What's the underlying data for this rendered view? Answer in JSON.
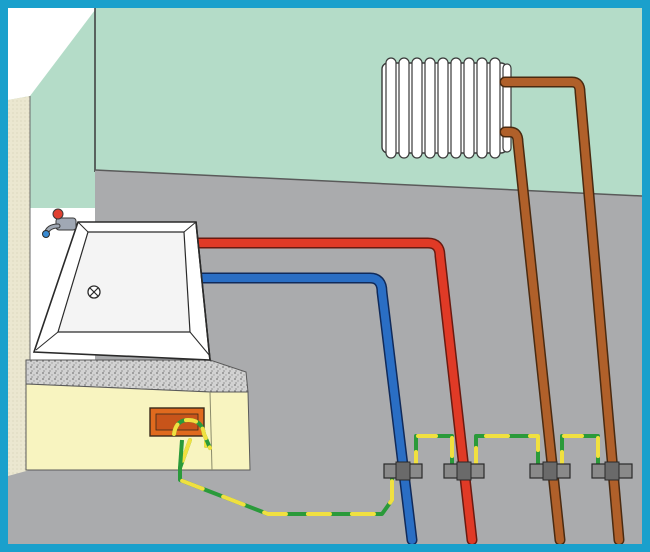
{
  "scene": {
    "frame_color": "#1aa0cc",
    "wall_color": "#b4dcc8",
    "floor_color": "#aaabad",
    "ceiling_color": "#ffffff",
    "side_wall_color": "#e8e4cc",
    "bathtub_color": "#ffffff",
    "bathtub_outline": "#2a2a2a",
    "tub_panel_color": "#f8f4c0",
    "tub_base_color": "#c8c8c8",
    "hot_pipe_color": "#e03a26",
    "cold_pipe_color": "#2a6ec4",
    "heating_pipe_color": "#b0602a",
    "radiator_color": "#ffffff",
    "junction_box_color": "#e06a1e",
    "clamp_color": "#8a8a8a",
    "earth_wire_colors": [
      "#2a9a3a",
      "#f0e040"
    ]
  },
  "elements": {
    "bathtub": "bathtub",
    "tap": "tap-icon",
    "drain": "drain-icon",
    "radiator": "radiator-icon",
    "earth_junction_box": "junction-box",
    "pipe_clamps": [
      "cold-pipe-clamp",
      "hot-pipe-clamp",
      "heating-return-clamp",
      "heating-flow-clamp"
    ]
  }
}
